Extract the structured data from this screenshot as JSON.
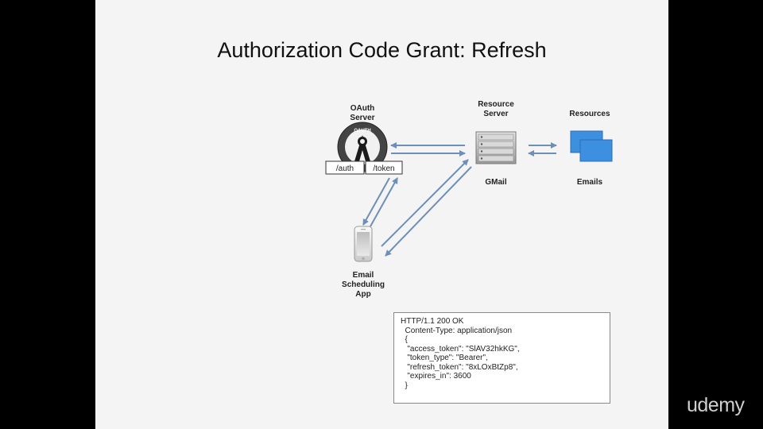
{
  "slide": {
    "title": "Authorization Code Grant: Refresh"
  },
  "diagram": {
    "oauth_server_label": "OAuth\nServer",
    "oauth_logo_text": "OAUTH",
    "auth_endpoint": "/auth",
    "token_endpoint": "/token",
    "resource_server_label": "Resource\nServer",
    "resource_server_name": "GMail",
    "resources_label": "Resources",
    "resources_name": "Emails",
    "app_label": "Email\nScheduling\nApp"
  },
  "response": {
    "lines": [
      "HTTP/1.1 200 OK",
      "  Content-Type: application/json",
      "  {",
      "   \"access_token\": \"SlAV32hkKG\",",
      "   \"token_type\": \"Bearer\",",
      "   \"refresh_token\": \"8xLOxBtZp8\",",
      "   \"expires_in\": 3600",
      "  }"
    ]
  },
  "watermark": "udemy",
  "colors": {
    "arrow": "#6e8fb8",
    "background": "#f4f4f4",
    "resource_box": "#3d8fe0"
  }
}
